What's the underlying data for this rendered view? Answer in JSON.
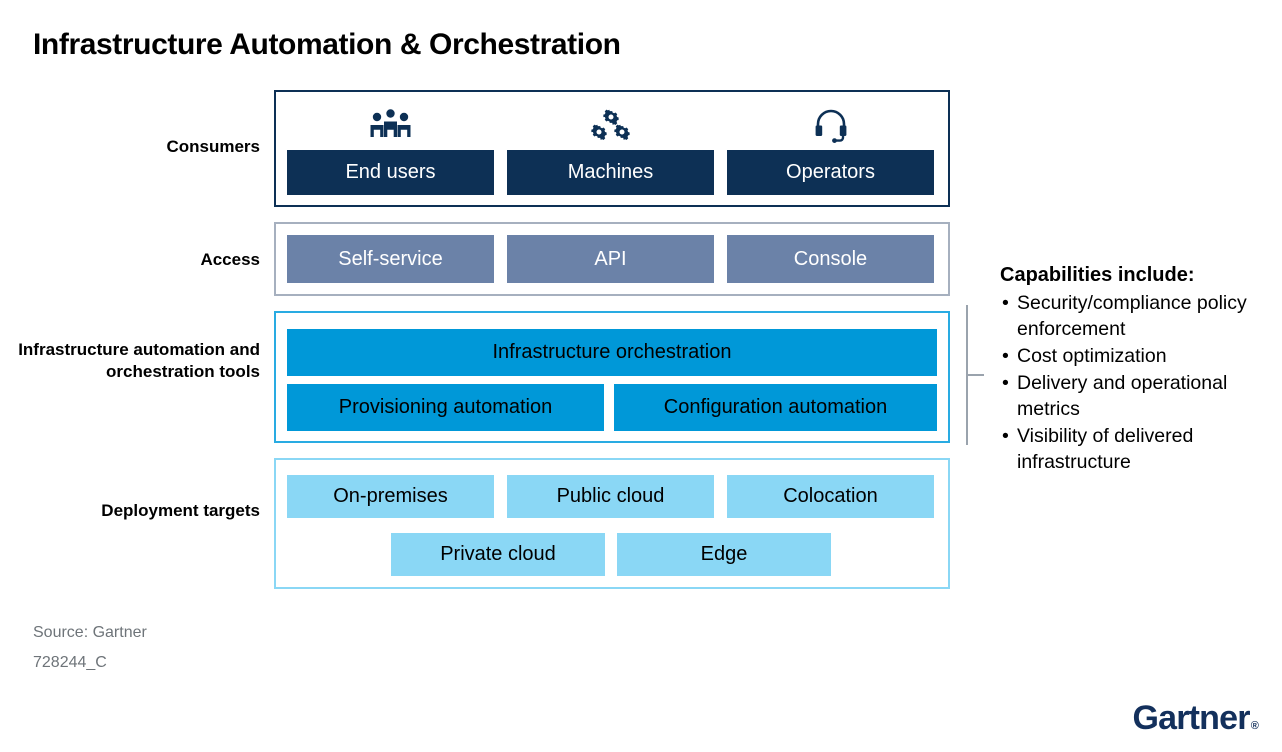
{
  "title": "Infrastructure Automation & Orchestration",
  "rows": {
    "consumers": {
      "label": "Consumers",
      "items": [
        {
          "label": "End users",
          "icon": "people-group-icon"
        },
        {
          "label": "Machines",
          "icon": "gears-icon"
        },
        {
          "label": "Operators",
          "icon": "headset-icon"
        }
      ]
    },
    "access": {
      "label": "Access",
      "items": [
        {
          "label": "Self-service"
        },
        {
          "label": "API"
        },
        {
          "label": "Console"
        }
      ]
    },
    "infrastructure": {
      "label": "Infrastructure automation and orchestration tools",
      "orchestration": "Infrastructure orchestration",
      "provisioning": "Provisioning automation",
      "configuration": "Configuration automation"
    },
    "deployment": {
      "label": "Deployment targets",
      "row1": [
        {
          "label": "On-premises"
        },
        {
          "label": "Public cloud"
        },
        {
          "label": "Colocation"
        }
      ],
      "row2": [
        {
          "label": "Private cloud"
        },
        {
          "label": "Edge"
        }
      ]
    }
  },
  "capabilities": {
    "title": "Capabilities include:",
    "items": [
      "Security/compliance policy enforcement",
      "Cost optimization",
      "Delivery and operational metrics",
      "Visibility of delivered infrastructure"
    ]
  },
  "footer": {
    "source": "Source: Gartner",
    "doc_id": "728244_C",
    "logo": "Gartner",
    "logo_mark": "®"
  },
  "colors": {
    "navy": "#0d3055",
    "slate": "#6b82a8",
    "cyan": "#0098d8",
    "sky": "#8ad7f5",
    "logo_navy": "#13305c",
    "muted_text": "#6e7479"
  }
}
